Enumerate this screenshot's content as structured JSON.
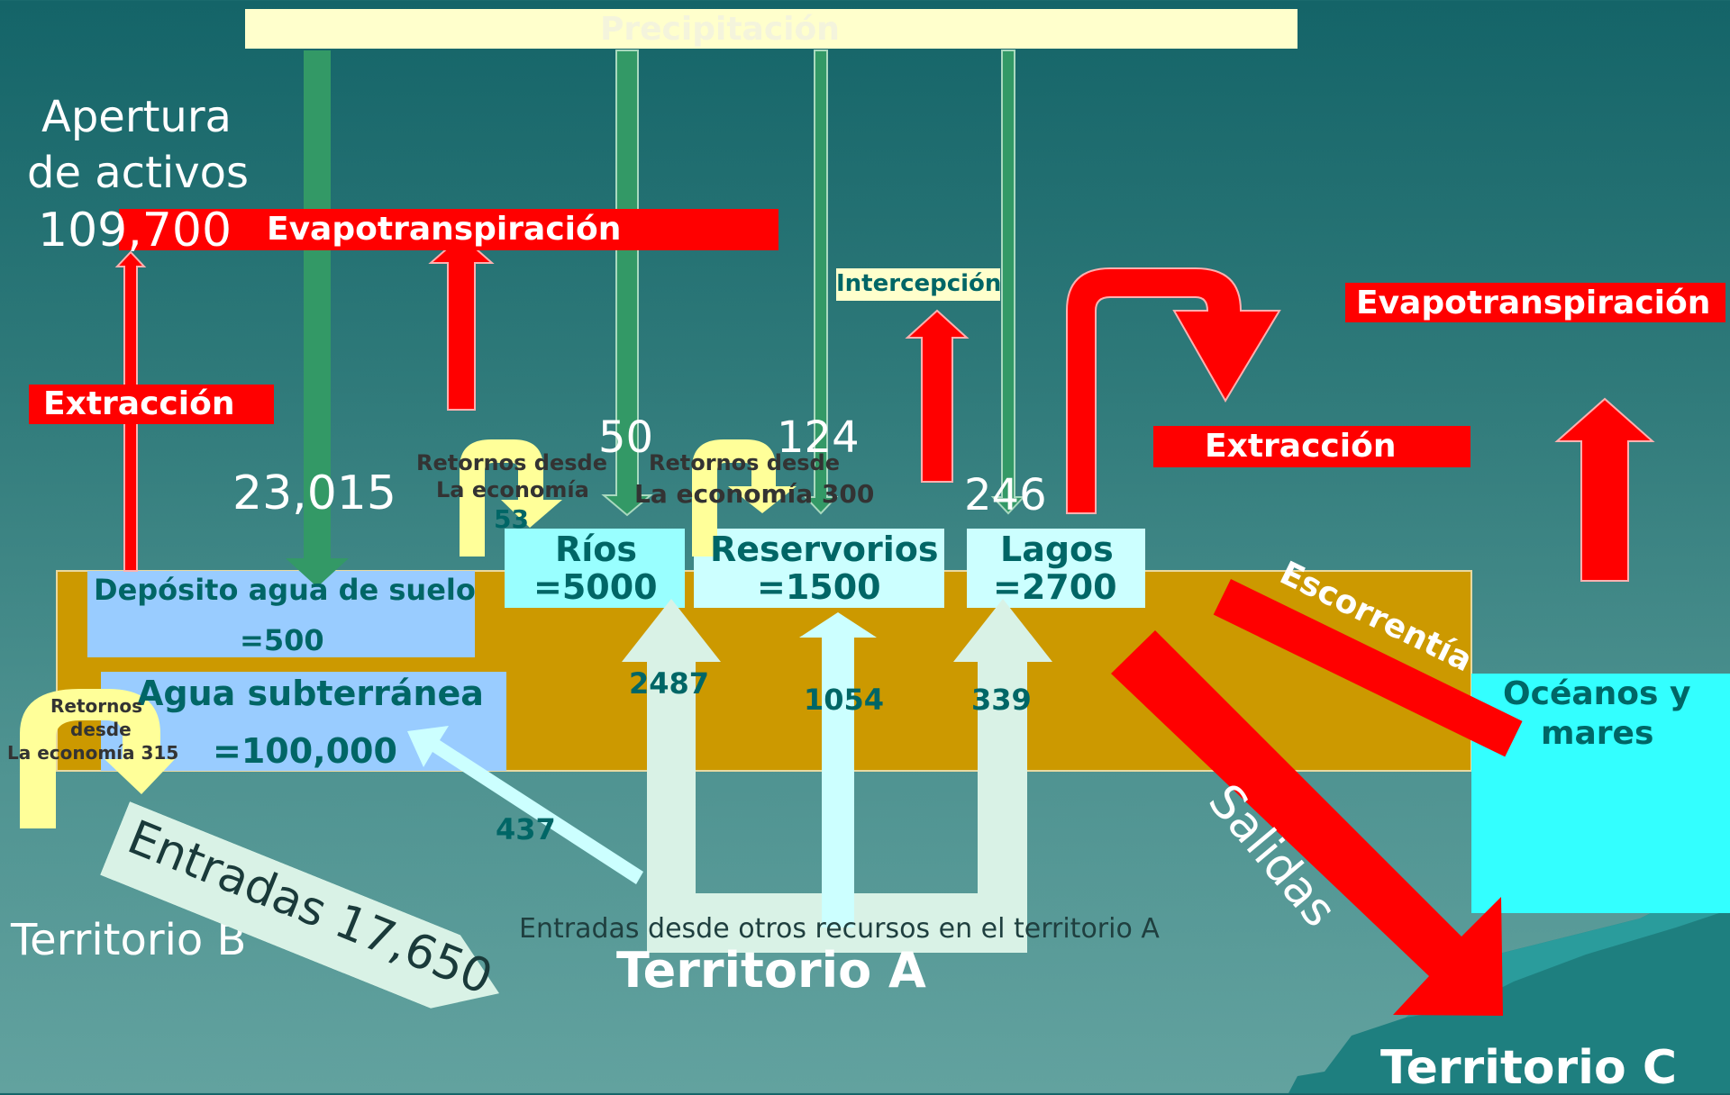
{
  "colors": {
    "territory_band": "#cc9900",
    "soil_box": "#99ccff",
    "water_box": "#99ffff",
    "ocean_box": "#33ffff",
    "evap_red": "#ff0000",
    "precip_green": "#339966",
    "precip_bar": "#ffffcc",
    "return_yellow": "#ffff99",
    "inflow_pale": "#d9f2e6",
    "inflow_cyan": "#ccffff",
    "label_teal": "#006666"
  },
  "top": {
    "precipitation": "Precipitación"
  },
  "left": {
    "opening_line1": "Apertura",
    "opening_line2": "de activos",
    "opening_value": "109,700",
    "evapotranspiration": "Evapotranspiración",
    "extraction": "Extracción",
    "precip_soil_value": "23,015",
    "territory_b": "Territorio B"
  },
  "flows": {
    "returns_rivers_line1": "Retornos desde",
    "returns_rivers_line2": "La economía",
    "returns_rivers_value": "53",
    "returns_reservoirs_line1": "Retornos desde",
    "returns_reservoirs_line2": "La economía 300",
    "returns_ground_line1": "Retornos",
    "returns_ground_line2": "desde",
    "returns_ground_line3": "La economía 315",
    "precip_rivers_value": "50",
    "precip_reservoirs_value": "124",
    "precip_lakes_value": "246",
    "interception": "Intercepción",
    "inflow_rivers": "2487",
    "inflow_reservoirs": "1054",
    "inflow_lakes": "339",
    "inflow_groundwater": "437",
    "inflows_label": "Entradas 17,650",
    "inflows_other_resources": "Entradas desde otros recursos en el territorio A",
    "territory_a": "Territorio A"
  },
  "stocks": {
    "soil_title": "Depósito agua de suelo",
    "soil_value": "=500",
    "groundwater_title": "Agua subterránea",
    "groundwater_value": "=100,000",
    "rivers_title": "Ríos",
    "rivers_value": "=5000",
    "reservoirs_title": "Reservorios",
    "reservoirs_value": "=1500",
    "lakes_title": "Lagos",
    "lakes_value": "=2700"
  },
  "right": {
    "evapotranspiration": "Evapotranspiración",
    "extraction": "Extracción",
    "runoff": "Escorrentía",
    "outflows": "Salidas",
    "oceans_line1": "Océanos y",
    "oceans_line2": "mares",
    "territory_c": "Territorio C"
  }
}
